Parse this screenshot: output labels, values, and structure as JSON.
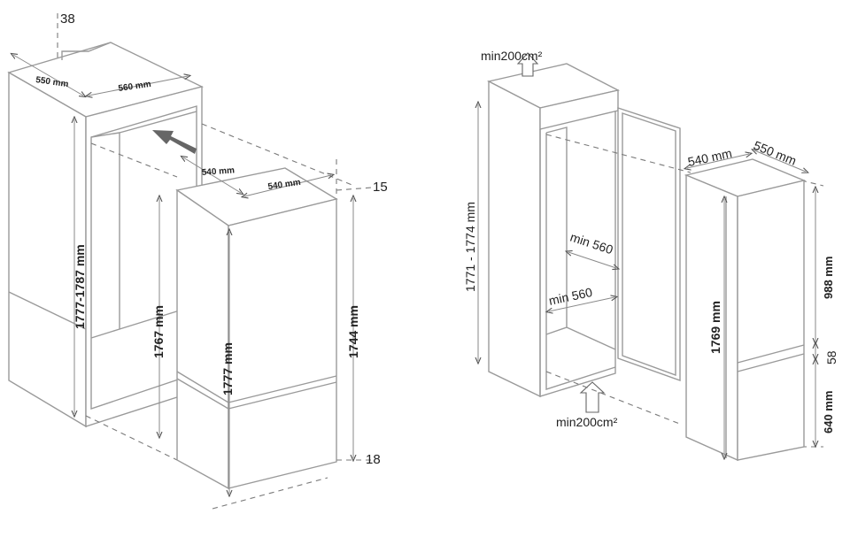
{
  "left_diagram": {
    "gap_top": "38",
    "cabinet_depth": "550 mm",
    "cabinet_width": "560 mm",
    "cabinet_height": "1777-1787 mm",
    "niche_height": "1767 mm",
    "appliance_depth": "540 mm",
    "appliance_width": "540 mm",
    "appliance_height_total": "1777 mm",
    "appliance_body_height": "1744 mm",
    "top_gap": "15",
    "bottom_gap": "18"
  },
  "right_diagram": {
    "vent_top": "min200cm²",
    "vent_bottom": "min200cm²",
    "niche_height": "1771 - 1774 mm",
    "niche_depth_min": "min 560",
    "niche_width_min": "min 560",
    "appliance_width": "540 mm",
    "appliance_depth": "550 mm",
    "appliance_height": "1769 mm",
    "fridge_height": "988 mm",
    "gap_middle": "58",
    "freezer_height": "640 mm"
  }
}
